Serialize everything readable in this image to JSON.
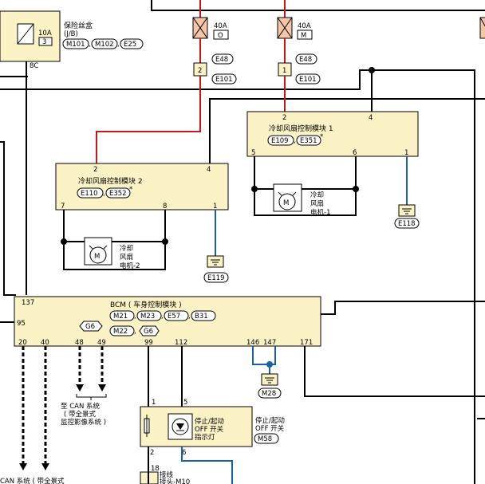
{
  "fuse_box": {
    "title": "保险丝盒",
    "subtitle": "(J/B)",
    "fuse_rating": "10A",
    "fuse_no": "3",
    "pin": "8C",
    "connectors": [
      "M101",
      "M102",
      "E25"
    ]
  },
  "fuse_o": {
    "rating": "40A",
    "id": "O",
    "pin": "2",
    "connectors": [
      "E48",
      "E101"
    ]
  },
  "fuse_m": {
    "rating": "40A",
    "id": "M",
    "pin": "1",
    "connectors": [
      "E48",
      "E101"
    ]
  },
  "module1": {
    "title": "冷却风扇控制模块 1",
    "connectors": [
      "E109",
      "E351"
    ],
    "star": "*",
    "pins": {
      "top_left": "2",
      "top_right": "4",
      "bot_left": "5",
      "bot_mid": "6",
      "bot_right": "1"
    }
  },
  "module2": {
    "title": "冷却风扇控制模块 2",
    "connectors": [
      "E110",
      "E352"
    ],
    "star": "*",
    "pins": {
      "top_left": "2",
      "top_right": "4",
      "bot_left": "7",
      "bot_mid": "8",
      "bot_right": "1"
    }
  },
  "motor1": {
    "line1": "冷却",
    "line2": "风扇",
    "line3": "电机-1",
    "symbol": "M"
  },
  "motor2": {
    "line1": "冷却",
    "line2": "风扇",
    "line3": "电机-2",
    "symbol": "M"
  },
  "grounds": {
    "g1": "E118",
    "g2": "E119",
    "g3": "M28"
  },
  "bcm": {
    "title": "BCM ( 车身控制模块 )",
    "connectors": [
      "M21",
      "M23",
      "E57",
      "B31"
    ],
    "sub_connectors": [
      "M22",
      "G6"
    ],
    "hex_label": "G6",
    "pins": {
      "p137": "137",
      "p95": "95",
      "p20": "20",
      "p40": "40",
      "p48": "48",
      "p49": "49",
      "p99": "99",
      "p112": "112",
      "p146": "146",
      "p147": "147",
      "p171": "171"
    }
  },
  "can": {
    "line1": "至 CAN 系统",
    "line2": "( 带全景式",
    "line3": "监控影像系统 )",
    "bottom": "CAN 系统 ( 带全景式"
  },
  "switch": {
    "line1": "停止/起动",
    "line2": "OFF 开关",
    "line3": "指示灯",
    "outer1": "停止/起动",
    "outer2": "OFF 开关",
    "connector": "M58",
    "pin_tl": "1",
    "pin_tr": "5",
    "pin_bl": "2",
    "pin_br": "6"
  },
  "joint": {
    "pin": "18",
    "line1": "接线",
    "line2": "接头-M10"
  }
}
